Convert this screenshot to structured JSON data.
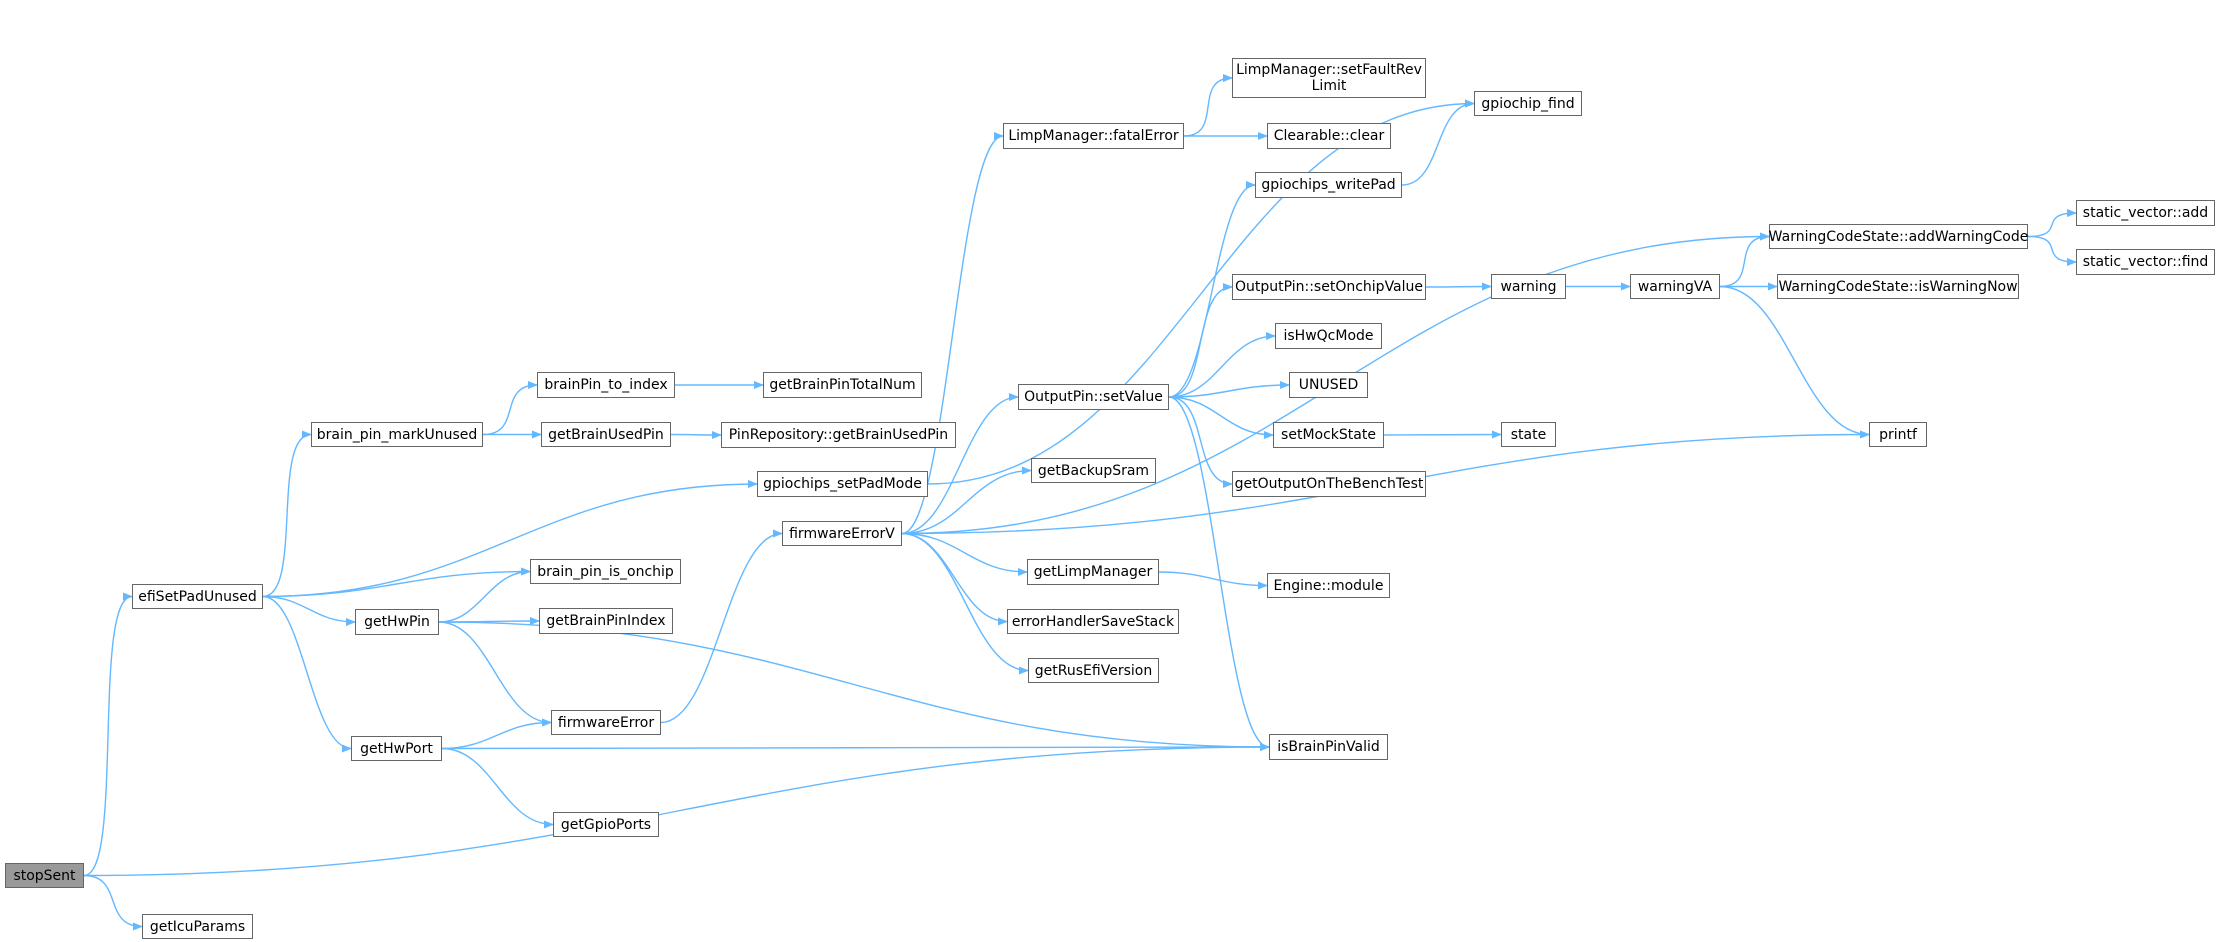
{
  "colors": {
    "edge": "#63b8ff",
    "node_border": "#666666",
    "root_fill": "#999999"
  },
  "root": "stopSent",
  "nodes": [
    {
      "id": "stopSent",
      "label": "stopSent"
    },
    {
      "id": "getIcuParams",
      "label": "getIcuParams"
    },
    {
      "id": "efiSetPadUnused",
      "label": "efiSetPadUnused"
    },
    {
      "id": "brain_pin_markUnused",
      "label": "brain_pin_markUnused"
    },
    {
      "id": "brainPin_to_index",
      "label": "brainPin_to_index"
    },
    {
      "id": "getBrainUsedPin",
      "label": "getBrainUsedPin"
    },
    {
      "id": "getBrainPinTotalNum",
      "label": "getBrainPinTotalNum"
    },
    {
      "id": "PinRepository_getBrainUsedPin",
      "label": "PinRepository::getBrainUsedPin"
    },
    {
      "id": "gpiochips_setPadMode",
      "label": "gpiochips_setPadMode"
    },
    {
      "id": "brain_pin_is_onchip",
      "label": "brain_pin_is_onchip"
    },
    {
      "id": "getHwPin",
      "label": "getHwPin"
    },
    {
      "id": "getBrainPinIndex",
      "label": "getBrainPinIndex"
    },
    {
      "id": "firmwareError",
      "label": "firmwareError"
    },
    {
      "id": "getHwPort",
      "label": "getHwPort"
    },
    {
      "id": "getGpioPorts",
      "label": "getGpioPorts"
    },
    {
      "id": "firmwareErrorV",
      "label": "firmwareErrorV"
    },
    {
      "id": "LimpManager_fatalError",
      "label": "LimpManager::fatalError"
    },
    {
      "id": "LimpManager_setFaultRevLimit",
      "label": "LimpManager::setFaultRev\nLimit"
    },
    {
      "id": "Clearable_clear",
      "label": "Clearable::clear"
    },
    {
      "id": "gpiochips_writePad",
      "label": "gpiochips_writePad"
    },
    {
      "id": "gpiochip_find",
      "label": "gpiochip_find"
    },
    {
      "id": "OutputPin_setValue",
      "label": "OutputPin::setValue"
    },
    {
      "id": "getBackupSram",
      "label": "getBackupSram"
    },
    {
      "id": "getLimpManager",
      "label": "getLimpManager"
    },
    {
      "id": "errorHandlerSaveStack",
      "label": "errorHandlerSaveStack"
    },
    {
      "id": "getRusEfiVersion",
      "label": "getRusEfiVersion"
    },
    {
      "id": "OutputPin_setOnchipValue",
      "label": "OutputPin::setOnchipValue"
    },
    {
      "id": "isHwQcMode",
      "label": "isHwQcMode"
    },
    {
      "id": "UNUSED",
      "label": "UNUSED"
    },
    {
      "id": "setMockState",
      "label": "setMockState"
    },
    {
      "id": "getOutputOnTheBenchTest",
      "label": "getOutputOnTheBenchTest"
    },
    {
      "id": "Engine_module",
      "label": "Engine::module"
    },
    {
      "id": "isBrainPinValid",
      "label": "isBrainPinValid"
    },
    {
      "id": "warning",
      "label": "warning"
    },
    {
      "id": "warningVA",
      "label": "warningVA"
    },
    {
      "id": "WarningCodeState_addWarningCode",
      "label": "WarningCodeState::addWarningCode"
    },
    {
      "id": "WarningCodeState_isWarningNow",
      "label": "WarningCodeState::isWarningNow"
    },
    {
      "id": "static_vector_add",
      "label": "static_vector::add"
    },
    {
      "id": "static_vector_find",
      "label": "static_vector::find"
    },
    {
      "id": "state",
      "label": "state"
    },
    {
      "id": "printf",
      "label": "printf"
    }
  ],
  "edges": [
    [
      "stopSent",
      "efiSetPadUnused"
    ],
    [
      "stopSent",
      "isBrainPinValid"
    ],
    [
      "stopSent",
      "getIcuParams"
    ],
    [
      "efiSetPadUnused",
      "brain_pin_markUnused"
    ],
    [
      "efiSetPadUnused",
      "gpiochips_setPadMode"
    ],
    [
      "efiSetPadUnused",
      "brain_pin_is_onchip"
    ],
    [
      "efiSetPadUnused",
      "getHwPin"
    ],
    [
      "efiSetPadUnused",
      "getHwPort"
    ],
    [
      "brain_pin_markUnused",
      "brainPin_to_index"
    ],
    [
      "brain_pin_markUnused",
      "getBrainUsedPin"
    ],
    [
      "brainPin_to_index",
      "getBrainPinTotalNum"
    ],
    [
      "getBrainUsedPin",
      "PinRepository_getBrainUsedPin"
    ],
    [
      "gpiochips_setPadMode",
      "gpiochip_find"
    ],
    [
      "getHwPin",
      "brain_pin_is_onchip"
    ],
    [
      "getHwPin",
      "getBrainPinIndex"
    ],
    [
      "getHwPin",
      "firmwareError"
    ],
    [
      "getHwPin",
      "isBrainPinValid"
    ],
    [
      "getHwPort",
      "firmwareError"
    ],
    [
      "getHwPort",
      "isBrainPinValid"
    ],
    [
      "getHwPort",
      "getGpioPorts"
    ],
    [
      "firmwareError",
      "firmwareErrorV"
    ],
    [
      "firmwareErrorV",
      "LimpManager_fatalError"
    ],
    [
      "firmwareErrorV",
      "WarningCodeState_addWarningCode"
    ],
    [
      "firmwareErrorV",
      "OutputPin_setValue"
    ],
    [
      "firmwareErrorV",
      "getBackupSram"
    ],
    [
      "firmwareErrorV",
      "printf"
    ],
    [
      "firmwareErrorV",
      "getLimpManager"
    ],
    [
      "firmwareErrorV",
      "errorHandlerSaveStack"
    ],
    [
      "firmwareErrorV",
      "getRusEfiVersion"
    ],
    [
      "LimpManager_fatalError",
      "LimpManager_setFaultRevLimit"
    ],
    [
      "LimpManager_fatalError",
      "Clearable_clear"
    ],
    [
      "gpiochips_writePad",
      "gpiochip_find"
    ],
    [
      "OutputPin_setValue",
      "gpiochips_writePad"
    ],
    [
      "OutputPin_setValue",
      "OutputPin_setOnchipValue"
    ],
    [
      "OutputPin_setValue",
      "isHwQcMode"
    ],
    [
      "OutputPin_setValue",
      "UNUSED"
    ],
    [
      "OutputPin_setValue",
      "setMockState"
    ],
    [
      "OutputPin_setValue",
      "getOutputOnTheBenchTest"
    ],
    [
      "OutputPin_setValue",
      "isBrainPinValid"
    ],
    [
      "OutputPin_setOnchipValue",
      "warning"
    ],
    [
      "warning",
      "warningVA"
    ],
    [
      "warningVA",
      "WarningCodeState_addWarningCode"
    ],
    [
      "warningVA",
      "WarningCodeState_isWarningNow"
    ],
    [
      "warningVA",
      "printf"
    ],
    [
      "WarningCodeState_addWarningCode",
      "static_vector_add"
    ],
    [
      "WarningCodeState_addWarningCode",
      "static_vector_find"
    ],
    [
      "setMockState",
      "state"
    ],
    [
      "getLimpManager",
      "Engine_module"
    ]
  ]
}
